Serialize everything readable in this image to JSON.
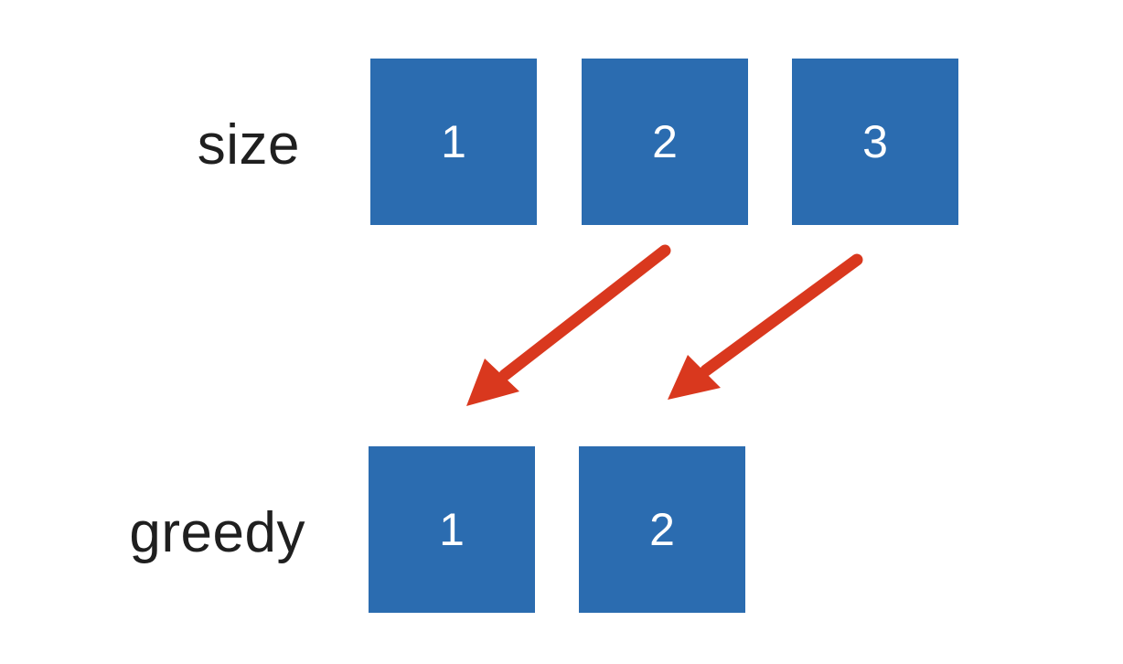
{
  "rows": {
    "size": {
      "label": "size",
      "items": [
        "1",
        "2",
        "3"
      ]
    },
    "greedy": {
      "label": "greedy",
      "items": [
        "1",
        "2"
      ]
    }
  },
  "colors": {
    "box": "#2b6cb0",
    "arrow": "#d9381e",
    "text": "#1f1f1f"
  }
}
